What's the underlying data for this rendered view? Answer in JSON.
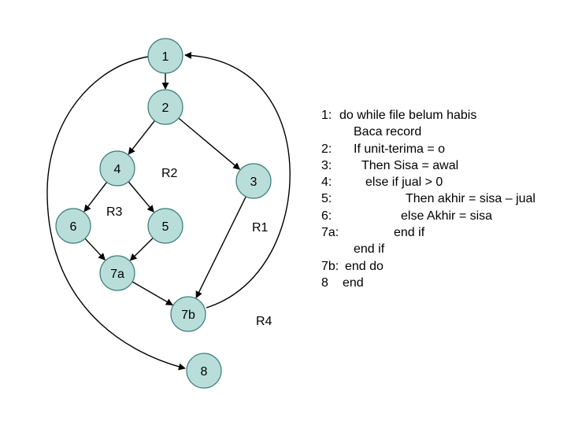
{
  "colors": {
    "node_fill": "#b9ded9",
    "node_stroke": "#3e7d7a",
    "edge": "#000000",
    "text": "#000000"
  },
  "graph": {
    "nodes": [
      {
        "id": "1",
        "label": "1"
      },
      {
        "id": "2",
        "label": "2"
      },
      {
        "id": "3",
        "label": "3"
      },
      {
        "id": "4",
        "label": "4"
      },
      {
        "id": "5",
        "label": "5"
      },
      {
        "id": "6",
        "label": "6"
      },
      {
        "id": "7a",
        "label": "7a"
      },
      {
        "id": "7b",
        "label": "7b"
      },
      {
        "id": "8",
        "label": "8"
      }
    ],
    "edges": [
      {
        "from": "1",
        "to": "2"
      },
      {
        "from": "2",
        "to": "4"
      },
      {
        "from": "2",
        "to": "3"
      },
      {
        "from": "4",
        "to": "6"
      },
      {
        "from": "4",
        "to": "5"
      },
      {
        "from": "6",
        "to": "7a"
      },
      {
        "from": "5",
        "to": "7a"
      },
      {
        "from": "7a",
        "to": "7b"
      },
      {
        "from": "3",
        "to": "7b"
      },
      {
        "from": "7b",
        "to": "1"
      },
      {
        "from": "1",
        "to": "8"
      }
    ],
    "regions": [
      {
        "id": "R1",
        "label": "R1"
      },
      {
        "id": "R2",
        "label": "R2"
      },
      {
        "id": "R3",
        "label": "R3"
      },
      {
        "id": "R4",
        "label": "R4"
      }
    ]
  },
  "code": {
    "lines": [
      {
        "num": "1:",
        "text": "do while file belum habis"
      },
      {
        "num": "",
        "text": "Baca record"
      },
      {
        "num": "2:",
        "text": "If unit-terima = o"
      },
      {
        "num": "3:",
        "text": "Then Sisa = awal"
      },
      {
        "num": "4:",
        "text": "else if jual > 0"
      },
      {
        "num": "5:",
        "text": "Then akhir = sisa – jual"
      },
      {
        "num": "6:",
        "text": "else  Akhir = sisa"
      },
      {
        "num": "7a:",
        "text": "end if"
      },
      {
        "num": "",
        "text": "end if"
      },
      {
        "num": "7b:",
        "text": "end do"
      },
      {
        "num": "8",
        "text": "end"
      }
    ]
  }
}
